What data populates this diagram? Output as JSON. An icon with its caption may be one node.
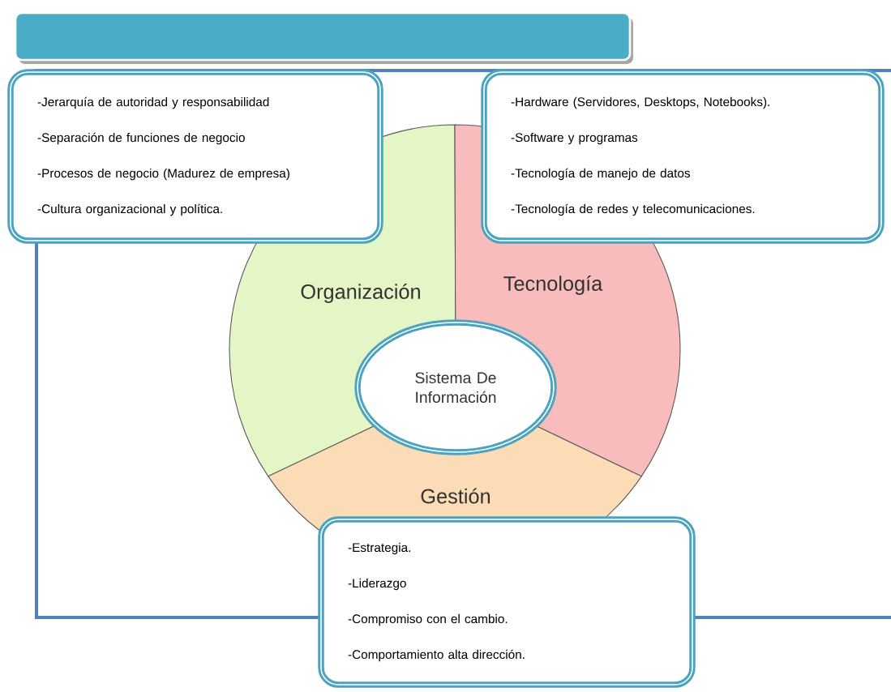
{
  "diagram": {
    "nodes": [
      {
        "text": [],
        "shape": "bar"
      },
      {
        "text": [
          "-Jerarquía de autoridad y responsabilidad",
          "-Separación de funciones de negocio",
          "-Procesos de negocio (Madurez de empresa)",
          "-Cultura organizacional y política."
        ]
      },
      {
        "text": [
          "-Hardware (Servidores, Desktops, Notebooks).",
          "-Software y programas",
          "-Tecnología de manejo de datos",
          "-Tecnología de redes y telecomunicaciones."
        ]
      },
      {
        "text": [
          "Organización"
        ]
      },
      {
        "text": [
          "Tecnología"
        ]
      },
      {
        "text": [
          "Sistema De Información"
        ]
      },
      {
        "text": [
          "Gestión"
        ]
      },
      {
        "text": [
          "-Estrategia.",
          "-Liderazgo",
          "-Compromiso con el cambio.",
          " -Comportamiento alta dirección."
        ]
      }
    ]
  }
}
